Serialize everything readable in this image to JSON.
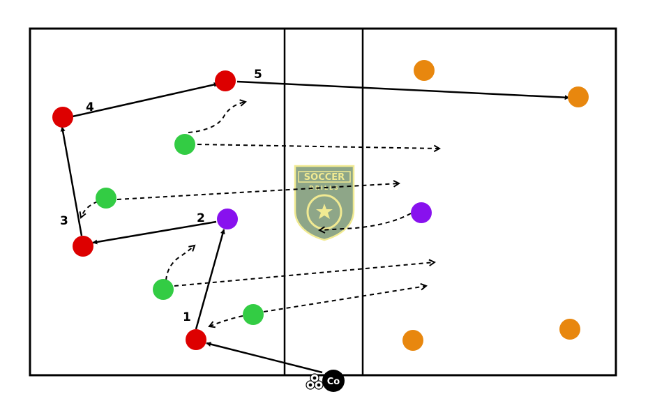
{
  "colors": {
    "field_line": "#000000",
    "red_team": "#dd0000",
    "green_team": "#33cc44",
    "purple_team": "#8811ee",
    "orange_team": "#e8870e",
    "coach": "#000000",
    "logo_green": "#8ea688",
    "logo_yellow": "#f1ea92"
  },
  "pass_labels": [
    "1",
    "2",
    "3",
    "4",
    "5"
  ],
  "coach": {
    "label": "Co"
  },
  "logo": {
    "line1": "SOCCER",
    "line2": "DRILLS"
  },
  "icons": {
    "ball_stack": "soccer-balls-icon",
    "logo": "soccer-drills-shield-icon"
  }
}
